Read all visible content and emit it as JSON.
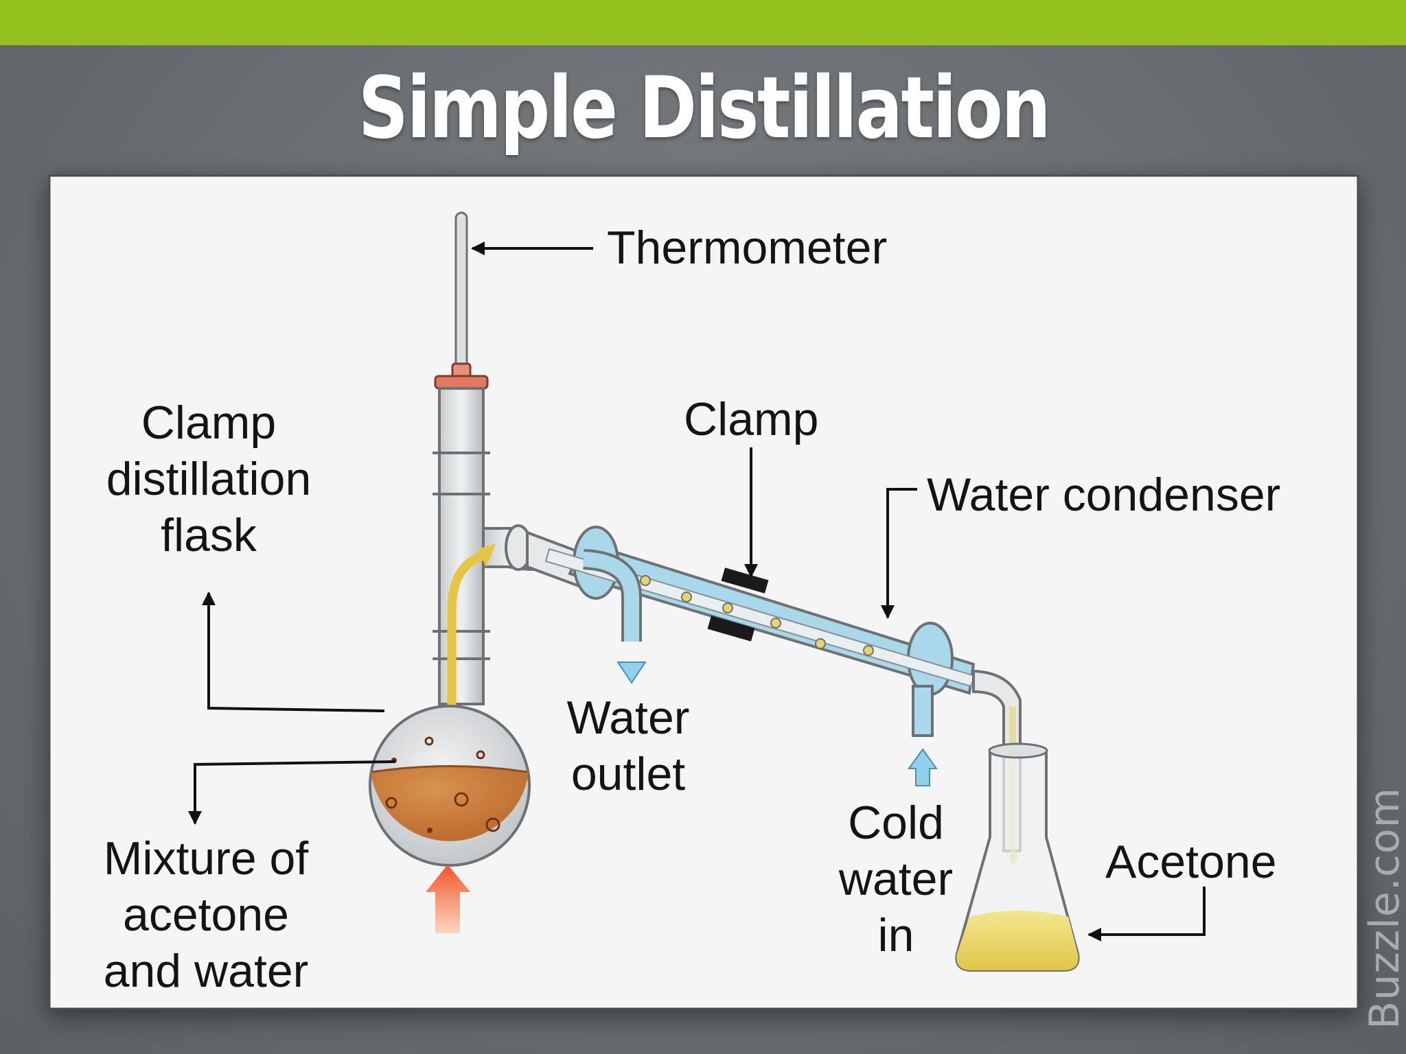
{
  "header": {
    "title": "Simple Distillation",
    "bar_color": "#95c11f"
  },
  "labels": {
    "thermometer": "Thermometer",
    "clamp_flask": [
      "Clamp",
      "distillation",
      "flask"
    ],
    "clamp": "Clamp",
    "water_condenser": "Water condenser",
    "water_outlet": [
      "Water",
      "outlet"
    ],
    "mixture": [
      "Mixture of",
      "acetone",
      "and water"
    ],
    "cold_water_in": [
      "Cold",
      "water",
      "in"
    ],
    "acetone": "Acetone"
  },
  "colors": {
    "mixture_liquid": "#c87a3c",
    "condenser_water": "#a9d8ea",
    "acetone_liquid": "#ecd76a",
    "heat_arrow": "#f36b2c"
  },
  "watermark": "Buzzle.com"
}
